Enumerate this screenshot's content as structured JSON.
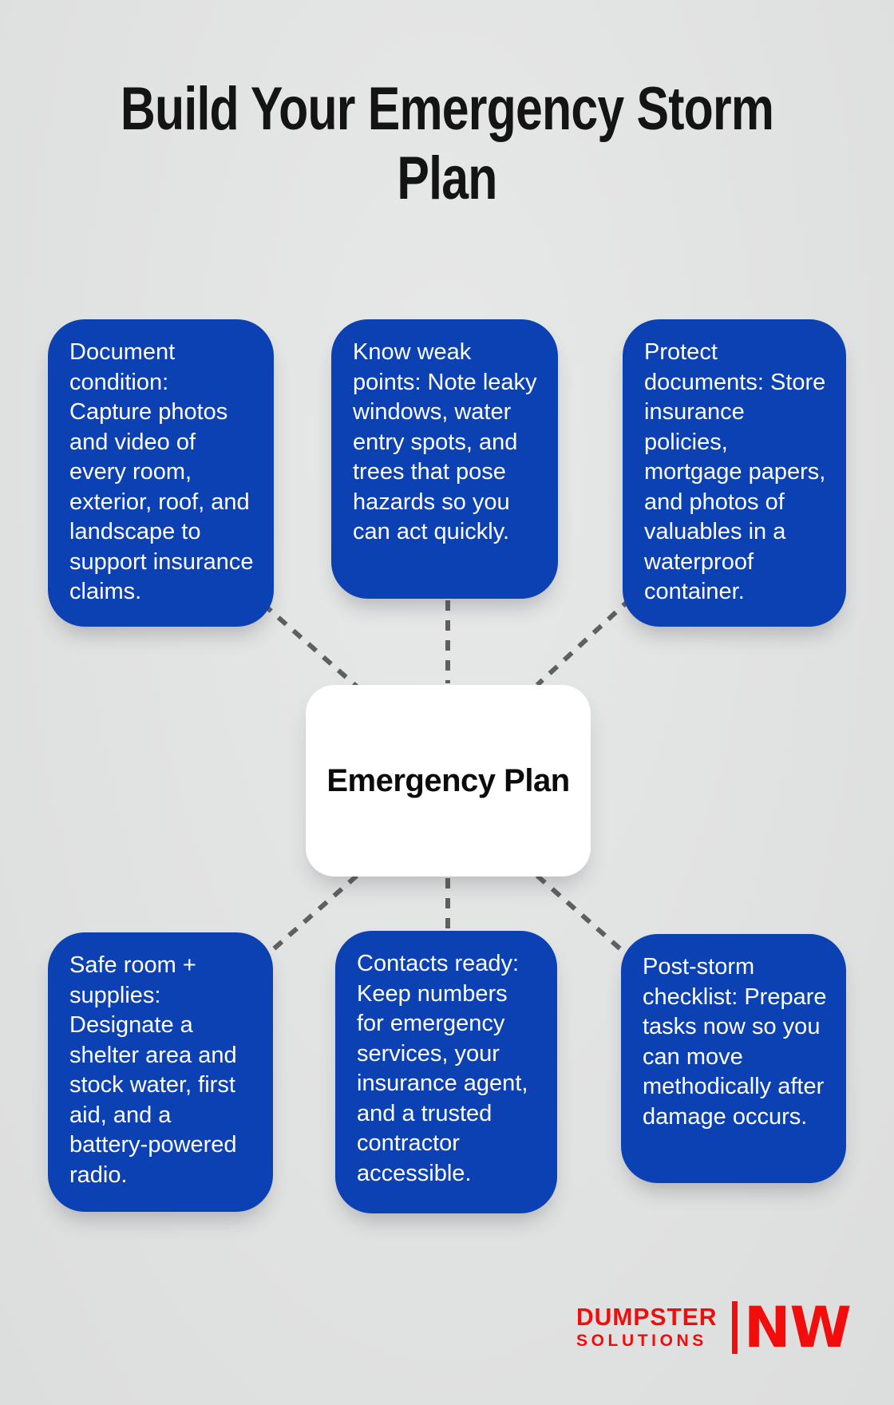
{
  "title": "Build Your Emergency Storm\nPlan",
  "center": {
    "label": "Emergency Plan"
  },
  "nodes": [
    {
      "id": "document-condition",
      "text": "Document condition: Capture photos and video of every room, exterior, roof, and landscape to support insurance claims."
    },
    {
      "id": "know-weak-points",
      "text": "Know weak points: Note leaky windows, water entry spots, and trees that pose hazards so you can act quickly."
    },
    {
      "id": "protect-documents",
      "text": "Protect documents: Store insurance policies, mortgage papers, and photos of valuables in a waterproof container."
    },
    {
      "id": "safe-room-supplies",
      "text": "Safe room + supplies: Designate a shelter area and stock water, first aid, and a battery-powered radio."
    },
    {
      "id": "contacts-ready",
      "text": "Contacts ready: Keep numbers for emergency services, your insurance agent, and a trusted contractor accessible."
    },
    {
      "id": "post-storm-checklist",
      "text": "Post-storm checklist: Prepare tasks now so you can move methodically after damage occurs."
    }
  ],
  "logo": {
    "line1": "DUMPSTER",
    "line2": "SOLUTIONS",
    "suffix": "NW"
  },
  "colors": {
    "node_blue": "#0c41b3",
    "background_gray": "#e1e2e2",
    "connector_gray": "#5f5f5f",
    "logo_red": "#f20d0d",
    "title_black": "#141414",
    "node_text_white": "#ffffff"
  }
}
